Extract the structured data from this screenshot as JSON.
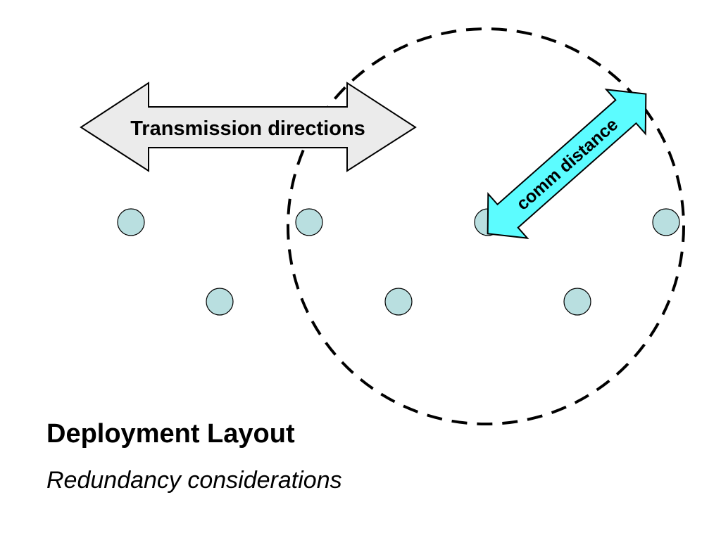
{
  "diagram": {
    "transmission_arrow_label": "Transmission directions",
    "comm_arrow_label": "comm distance",
    "node_count": 7
  },
  "title": "Deployment Layout",
  "subtitle": "Redundancy considerations",
  "colors": {
    "node_fill": "#b9dfe0",
    "transmission_arrow_fill": "#ebebeb",
    "comm_arrow_fill": "#5cfcff",
    "stroke": "#000000",
    "background": "#ffffff"
  }
}
